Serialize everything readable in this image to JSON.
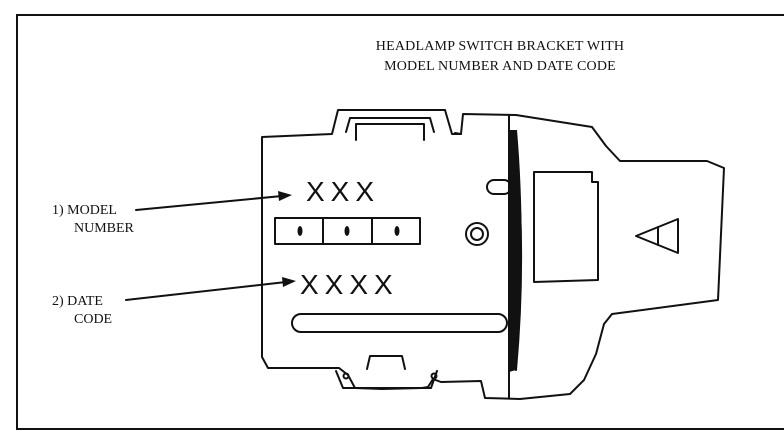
{
  "title": {
    "line1": "HEADLAMP SWITCH BRACKET WITH",
    "line2": "MODEL NUMBER AND DATE CODE"
  },
  "callouts": [
    {
      "number": "1)",
      "line1": "MODEL",
      "line2": "NUMBER"
    },
    {
      "number": "2)",
      "line1": "DATE",
      "line2": "CODE"
    }
  ],
  "markings": {
    "model_number": "XXX",
    "date_code": "XXXX"
  }
}
